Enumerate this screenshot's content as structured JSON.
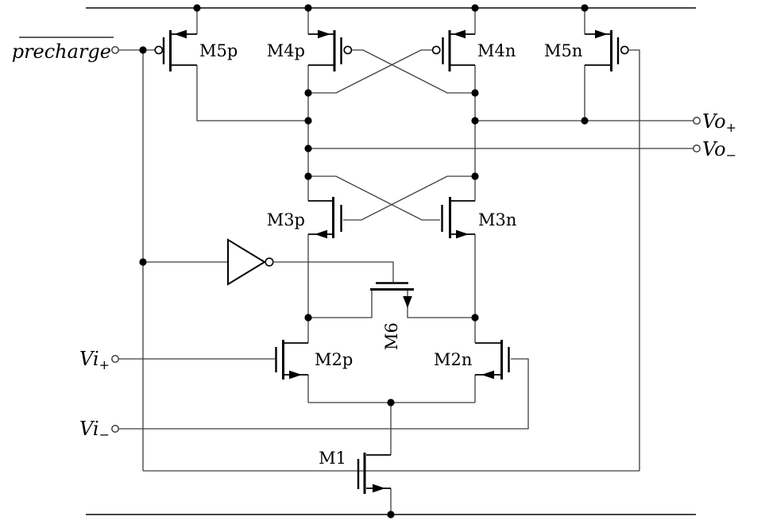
{
  "diagram": {
    "type": "circuit-schematic",
    "description": "Latch-type differential comparator / sense-amplifier transistor schematic with precharge devices, cross-coupled pairs, input pair, equalization switch and tail current source",
    "background_color": "#ffffff",
    "line_color": "#000000"
  },
  "labels": {
    "precharge": "precharge",
    "m5p": "M5p",
    "m4p": "M4p",
    "m4n": "M4n",
    "m5n": "M5n",
    "m3p": "M3p",
    "m3n": "M3n",
    "m6": "M6",
    "m2p": "M2p",
    "m2n": "M2n",
    "m1": "M1"
  },
  "terminals": {
    "vo_plus": {
      "base": "Vo",
      "sub": "+"
    },
    "vo_minus": {
      "base": "Vo",
      "sub": "−"
    },
    "vi_plus": {
      "base": "Vi",
      "sub": "+"
    },
    "vi_minus": {
      "base": "Vi",
      "sub": "−"
    }
  }
}
